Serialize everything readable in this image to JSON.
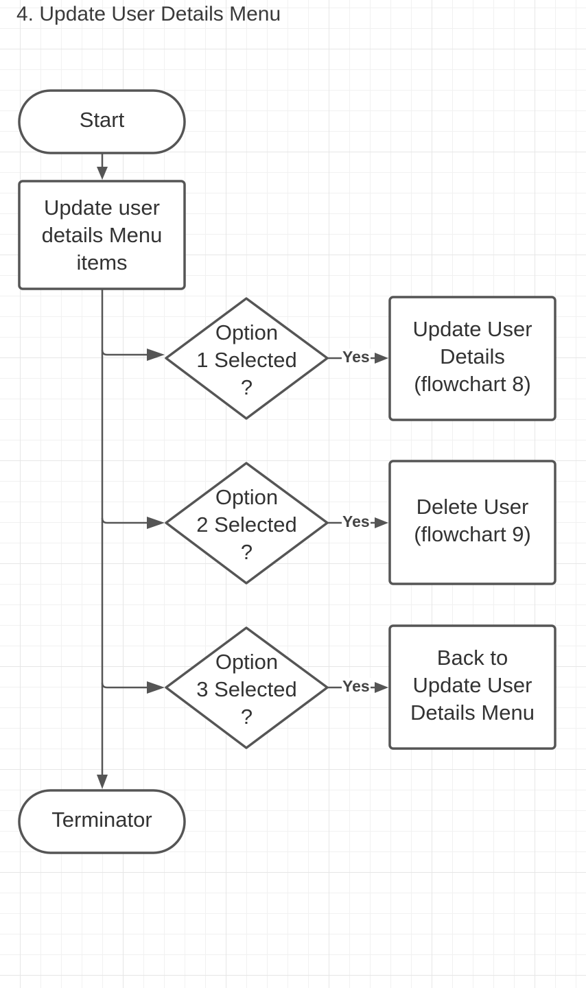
{
  "title": "4. Update User Details Menu",
  "nodes": {
    "start": {
      "label": "Start"
    },
    "menu": {
      "label": "Update user\ndetails Menu\nitems"
    },
    "option1": {
      "label": "Option\n1 Selected\n?"
    },
    "option2": {
      "label": "Option\n2 Selected\n?"
    },
    "option3": {
      "label": "Option\n3 Selected\n?"
    },
    "action1": {
      "label": "Update User\nDetails\n(flowchart 8)"
    },
    "action2": {
      "label": "Delete User\n(flowchart 9)"
    },
    "action3": {
      "label": "Back to\nUpdate User\nDetails Menu"
    },
    "terminator": {
      "label": "Terminator"
    }
  },
  "edges": {
    "yes1": {
      "label": "Yes"
    },
    "yes2": {
      "label": "Yes"
    },
    "yes3": {
      "label": "Yes"
    }
  },
  "colors": {
    "stroke": "#555555",
    "text": "#333333",
    "grid": "#e6e6e6"
  }
}
